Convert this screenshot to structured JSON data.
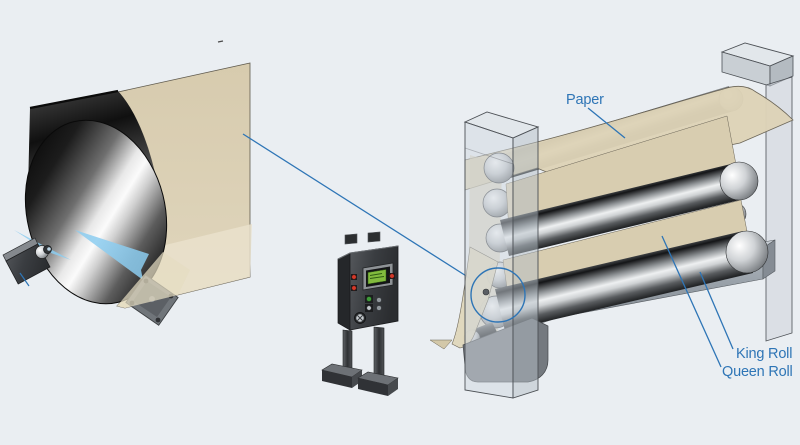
{
  "diagram": {
    "type": "technical-illustration",
    "subject": "paper-winder-nip-measurement",
    "labels": {
      "paper": "Paper",
      "king_roll": "King Roll",
      "queen_roll": "Queen Roll"
    },
    "colors": {
      "annotation_blue": "#2e75b6",
      "beam_blue": "#8ccdf0",
      "paper_beige": "#ddd3b7",
      "paper_light": "#eae2cd",
      "paper_shaded": "#d8cdb0",
      "background": "#eaeef2",
      "base_gray": "#9aa1aa",
      "cabinet_dark": "#3a3d41",
      "screen_green": "#82bb3e"
    }
  }
}
